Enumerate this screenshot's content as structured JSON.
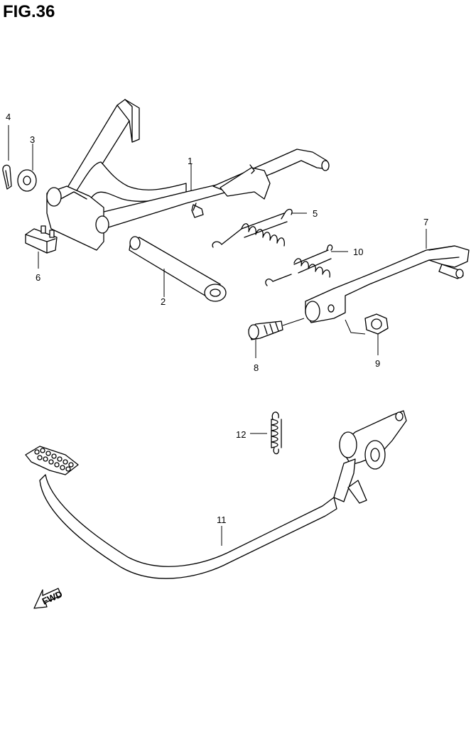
{
  "figure": {
    "title": "FIG.36"
  },
  "callouts": [
    {
      "id": "1",
      "label": "1"
    },
    {
      "id": "2",
      "label": "2"
    },
    {
      "id": "3",
      "label": "3"
    },
    {
      "id": "4",
      "label": "4"
    },
    {
      "id": "5",
      "label": "5"
    },
    {
      "id": "6",
      "label": "6"
    },
    {
      "id": "7",
      "label": "7"
    },
    {
      "id": "8",
      "label": "8"
    },
    {
      "id": "9",
      "label": "9"
    },
    {
      "id": "10",
      "label": "10"
    },
    {
      "id": "11",
      "label": "11"
    },
    {
      "id": "12",
      "label": "12"
    }
  ],
  "direction_marker": {
    "label": "FWD"
  }
}
